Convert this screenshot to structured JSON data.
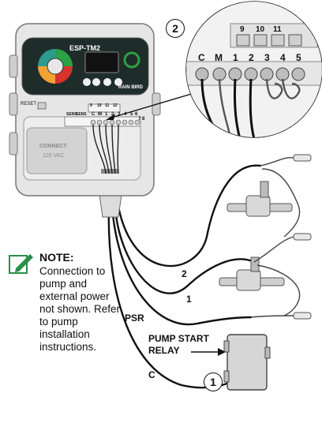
{
  "controller": {
    "model": "ESP-TM2",
    "brand": "RAIN BIRD",
    "power_label": "CONNECT",
    "voltage_label": "120 VAC",
    "reset_label": "RESET",
    "terminal_labels": [
      "SENS",
      "SENS",
      "C",
      "M",
      "1",
      "2",
      "3",
      "4",
      "5",
      "6",
      "7",
      "8"
    ],
    "top_terminals": [
      "9",
      "10",
      "11",
      "12"
    ]
  },
  "zoom_panel": {
    "terminal_labels": [
      "C",
      "M",
      "1",
      "2",
      "3",
      "4",
      "5"
    ],
    "top_terminals": [
      "9",
      "10",
      "11"
    ]
  },
  "callouts": {
    "callout_1": "1",
    "callout_2": "2"
  },
  "wire_labels": {
    "wire_2": "2",
    "wire_1": "1",
    "psr": "PSR",
    "common": "C"
  },
  "relay": {
    "line1": "PUMP START",
    "line2": "RELAY"
  },
  "note": {
    "title": "NOTE:",
    "body": "Connection to pump and external power not shown. Refer to pump installation instructions."
  },
  "colors": {
    "accent_green": "#2aa246",
    "red": "#d9332b",
    "orange": "#f3a233",
    "teal": "#2d9a8e"
  }
}
